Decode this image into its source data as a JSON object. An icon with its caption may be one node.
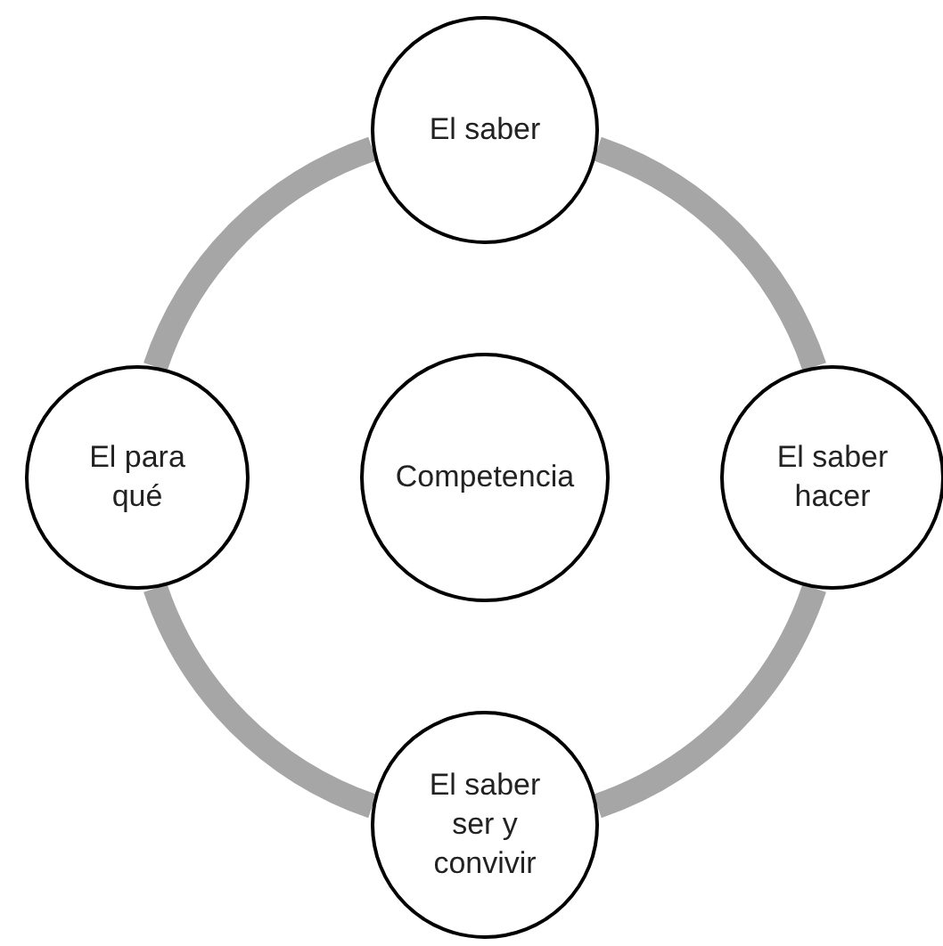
{
  "diagram": {
    "nodes": [
      {
        "text": [
          "El saber"
        ]
      },
      {
        "text": [
          "El para qué"
        ]
      },
      {
        "text": [
          "Competencia"
        ]
      },
      {
        "text": [
          "El saber hacer"
        ]
      },
      {
        "text": [
          "El saber ser y convivir"
        ]
      }
    ],
    "edges": [
      {
        "from": 0,
        "to": 3,
        "arrow": "none"
      },
      {
        "from": 3,
        "to": 4,
        "arrow": "none"
      },
      {
        "from": 4,
        "to": 1,
        "arrow": "none"
      },
      {
        "from": 1,
        "to": 0,
        "arrow": "none"
      }
    ]
  }
}
